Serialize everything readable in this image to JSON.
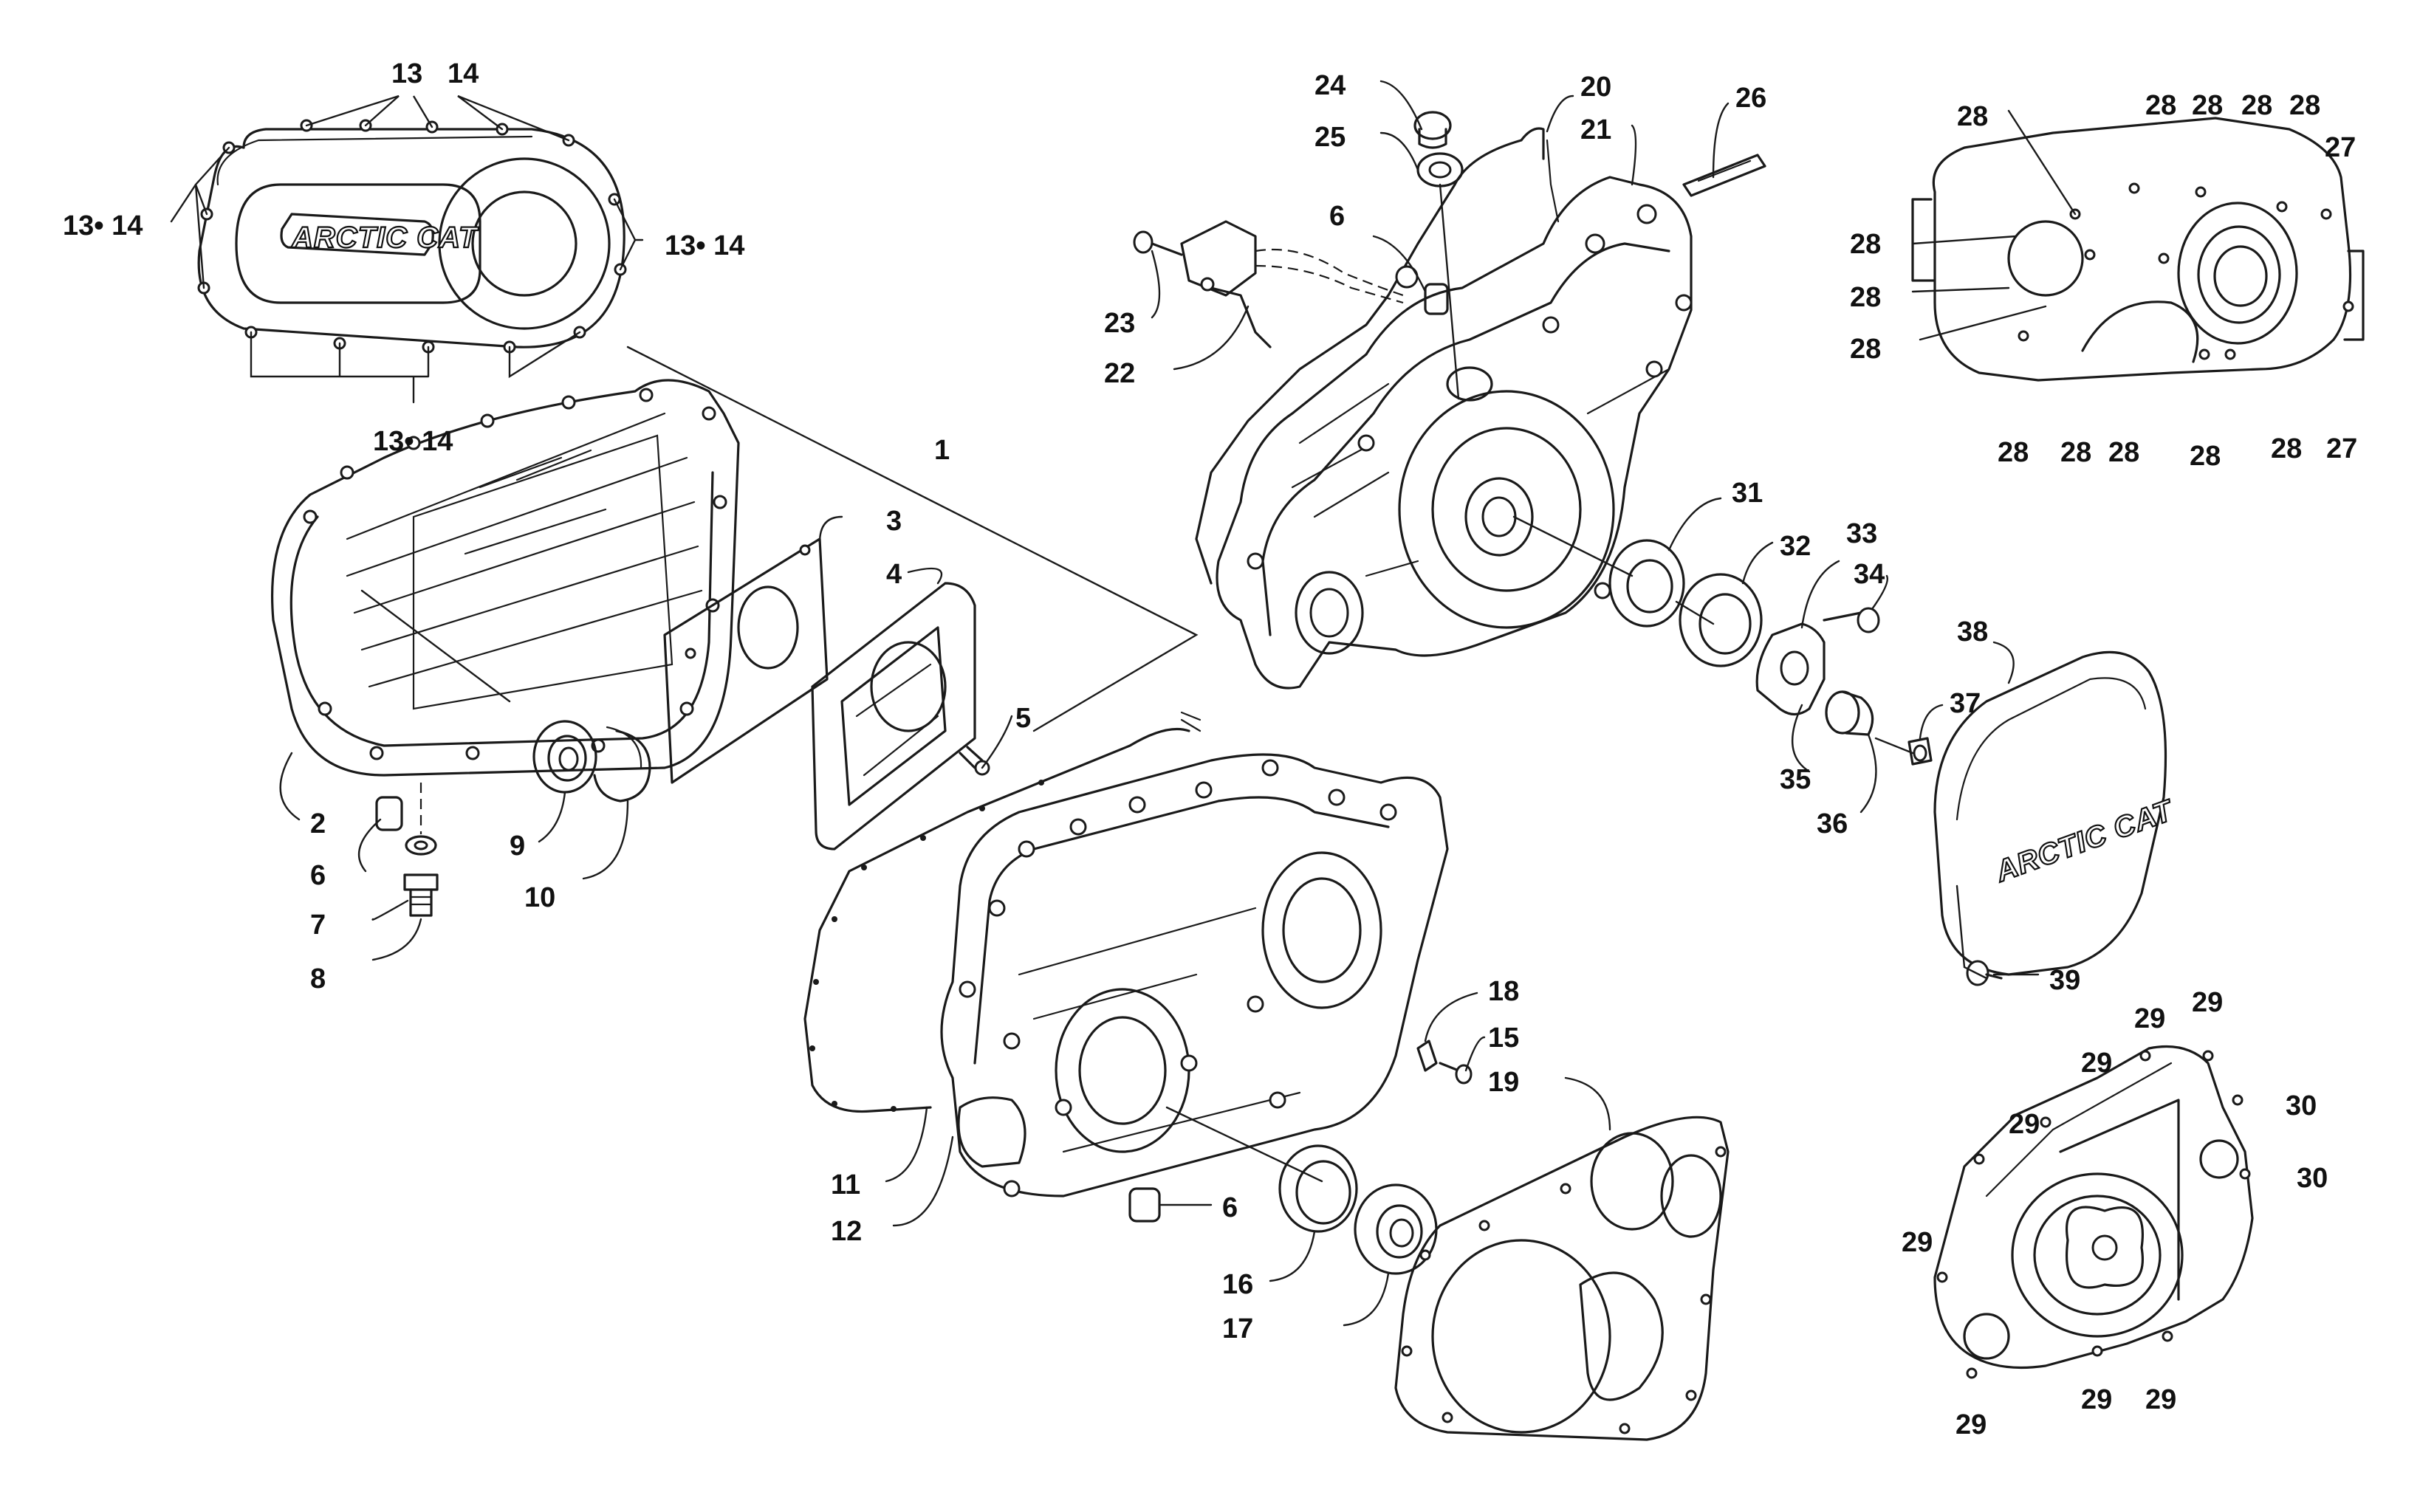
{
  "callouts": [
    {
      "id": "1",
      "text": "1"
    },
    {
      "id": "2",
      "text": "2"
    },
    {
      "id": "3",
      "text": "3"
    },
    {
      "id": "4",
      "text": "4"
    },
    {
      "id": "5",
      "text": "5"
    },
    {
      "id": "6",
      "text": "6"
    },
    {
      "id": "7",
      "text": "7"
    },
    {
      "id": "8",
      "text": "8"
    },
    {
      "id": "9",
      "text": "9"
    },
    {
      "id": "10",
      "text": "10"
    },
    {
      "id": "11",
      "text": "11"
    },
    {
      "id": "12",
      "text": "12"
    },
    {
      "id": "13",
      "text": "13"
    },
    {
      "id": "14",
      "text": "14"
    },
    {
      "id": "13-14",
      "text": "13• 14"
    },
    {
      "id": "15",
      "text": "15"
    },
    {
      "id": "16",
      "text": "16"
    },
    {
      "id": "17",
      "text": "17"
    },
    {
      "id": "18",
      "text": "18"
    },
    {
      "id": "19",
      "text": "19"
    },
    {
      "id": "20",
      "text": "20"
    },
    {
      "id": "21",
      "text": "21"
    },
    {
      "id": "22",
      "text": "22"
    },
    {
      "id": "23",
      "text": "23"
    },
    {
      "id": "24",
      "text": "24"
    },
    {
      "id": "25",
      "text": "25"
    },
    {
      "id": "26",
      "text": "26"
    },
    {
      "id": "27",
      "text": "27"
    },
    {
      "id": "28",
      "text": "28"
    },
    {
      "id": "29",
      "text": "29"
    },
    {
      "id": "30",
      "text": "30"
    },
    {
      "id": "31",
      "text": "31"
    },
    {
      "id": "32",
      "text": "32"
    },
    {
      "id": "33",
      "text": "33"
    },
    {
      "id": "34",
      "text": "34"
    },
    {
      "id": "35",
      "text": "35"
    },
    {
      "id": "36",
      "text": "36"
    },
    {
      "id": "37",
      "text": "37"
    },
    {
      "id": "38",
      "text": "38"
    },
    {
      "id": "39",
      "text": "39"
    }
  ],
  "logos": {
    "brand": "ARCTIC CAT"
  }
}
